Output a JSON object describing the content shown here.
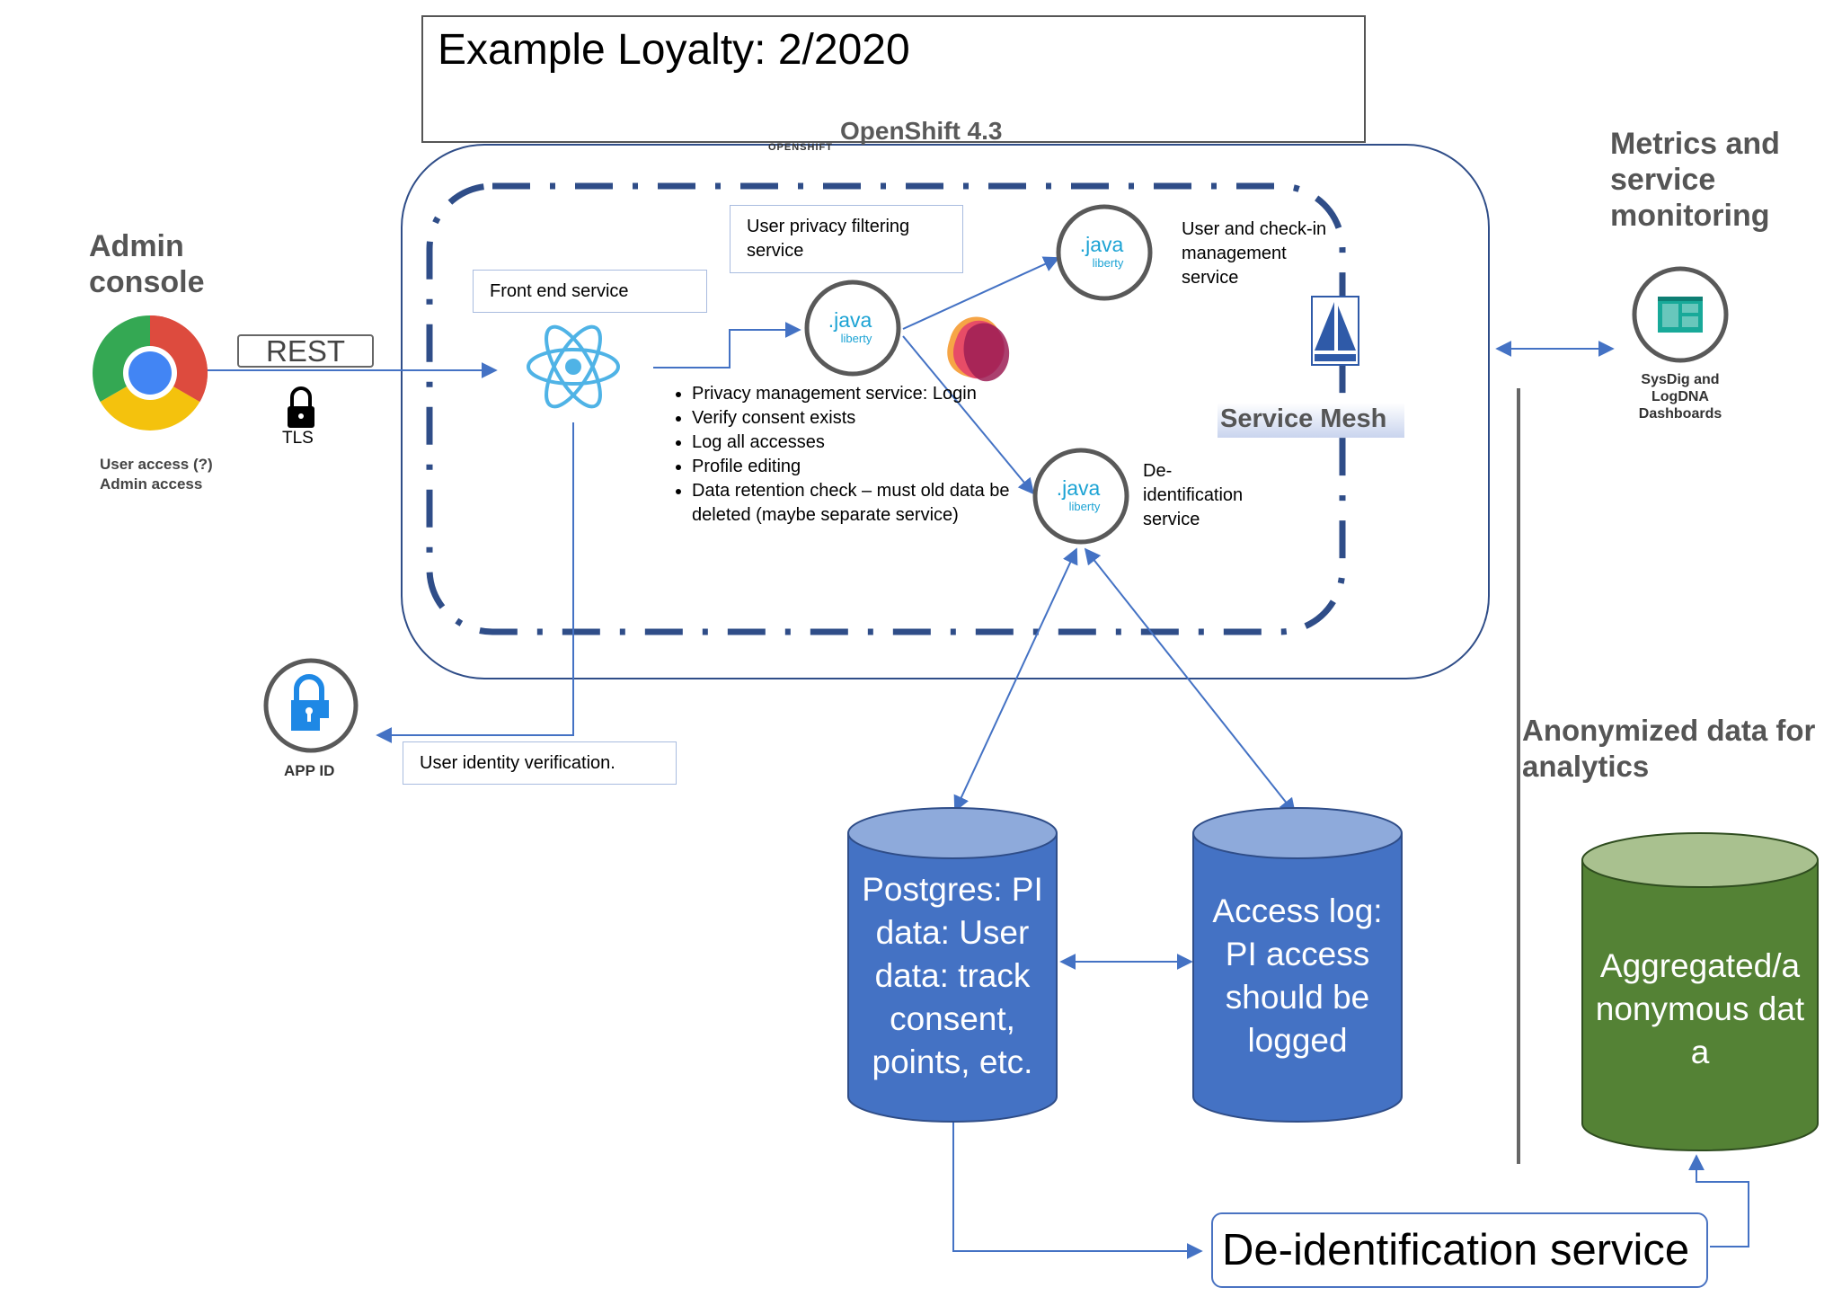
{
  "title": "Example Loyalty: 2/2020",
  "platform": {
    "name": "OpenShift 4.3",
    "logo_text": "OPENSHIFT"
  },
  "admin_console": {
    "heading": "Admin console",
    "rest": "REST",
    "tls": "TLS",
    "access_lines": [
      "User access (?)",
      "Admin access"
    ]
  },
  "labels": {
    "front_end": "Front end service",
    "privacy_filtering": "User privacy filtering service",
    "checkin": "User  and check-in management service",
    "deid_inner": "De-identification service",
    "service_mesh": "Service Mesh",
    "user_identity": "User identity verification.",
    "app_id": "APP ID",
    "java_word": "java",
    "liberty_word": "liberty"
  },
  "privacy_bullets": [
    "Privacy management service: Login",
    "Verify consent exists",
    "Log all accesses",
    "Profile editing",
    "Data retention check – must old data be deleted (maybe separate service)"
  ],
  "monitoring": {
    "heading": "Metrics and service monitoring",
    "label": "SysDig and LogDNA Dashboards"
  },
  "analytics": {
    "heading": "Anonymized data for analytics"
  },
  "databases": {
    "postgres": "Postgres: PI data: User data: track consent, points, etc.",
    "access_log": "Access log: PI access should be logged",
    "aggregated": "Aggregated/anonymous data"
  },
  "deid_service": "De-identification service",
  "colors": {
    "accent_blue": "#4472c4",
    "db_blue": "#4472c4",
    "db_top": "#8eaadb",
    "db_green": "#548235",
    "db_green_top": "#a9c18f",
    "mesh_border": "#2f4d88",
    "react_blue": "#4fb3e6"
  }
}
